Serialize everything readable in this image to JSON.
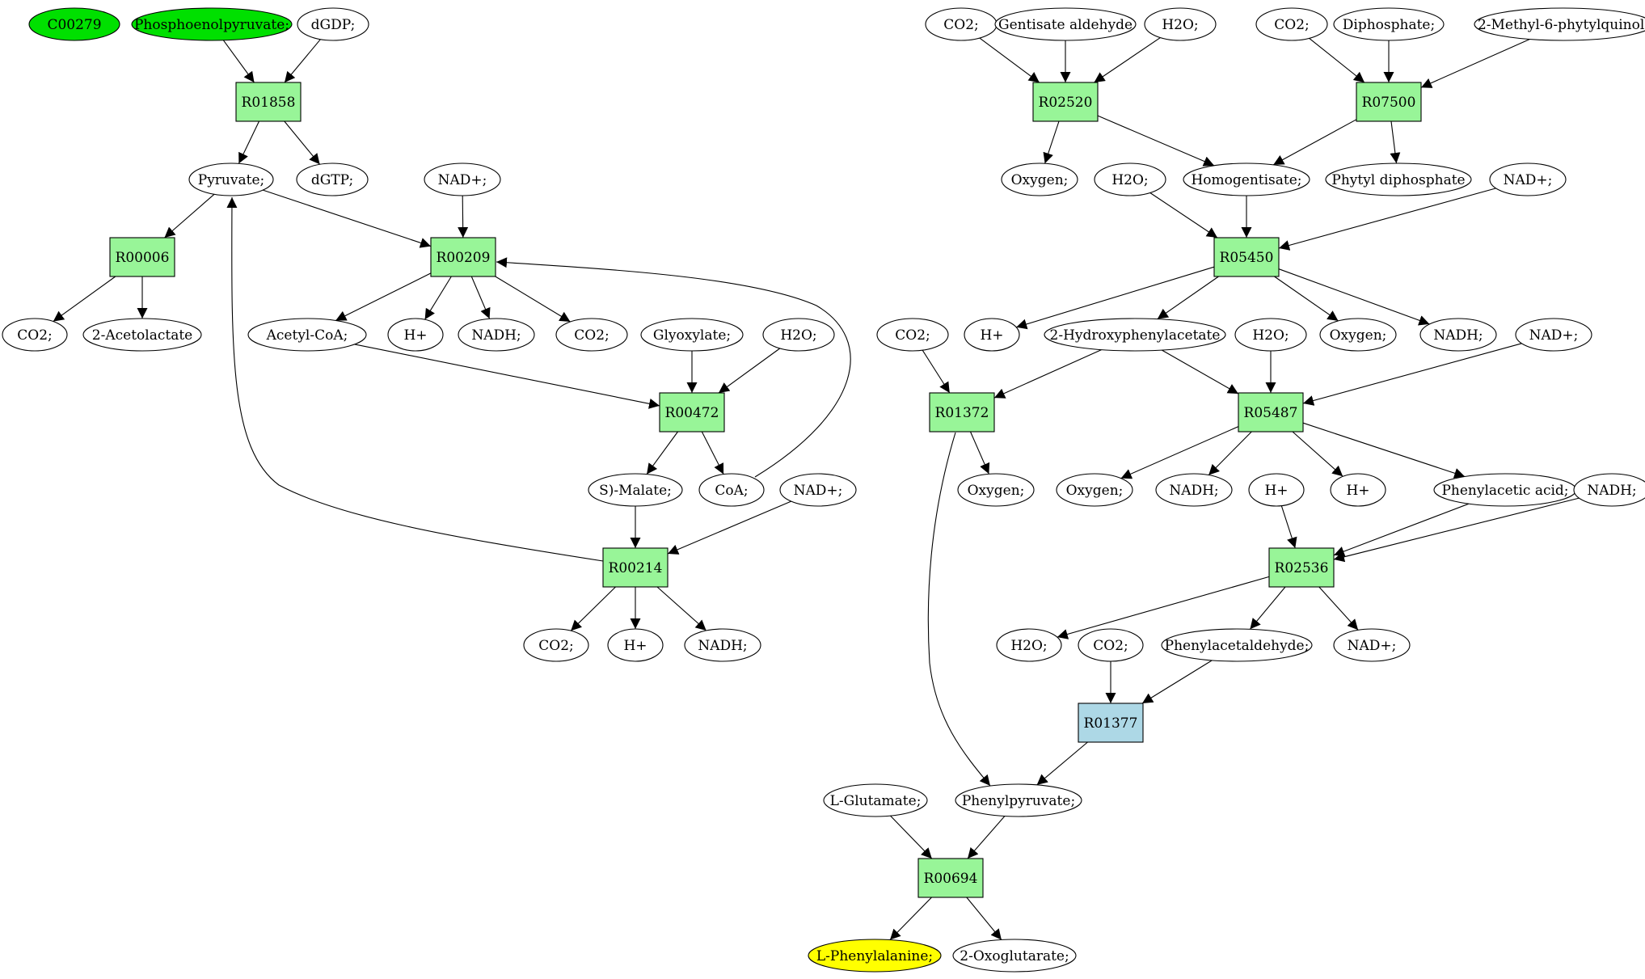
{
  "colors": {
    "reaction": "#98f598",
    "reaction_alt": "#add8e6",
    "compound": "#ffffff",
    "source": "#00e000",
    "target": "#ffff00",
    "edge": "#000000"
  },
  "nodes": [
    {
      "id": "n_c00279",
      "label": "C00279",
      "kind": "compound",
      "fill": "source"
    },
    {
      "id": "n_pep",
      "label": "Phosphoenolpyruvate;",
      "kind": "compound",
      "fill": "source"
    },
    {
      "id": "n_dgdp",
      "label": "dGDP;",
      "kind": "compound"
    },
    {
      "id": "r_01858",
      "label": "R01858",
      "kind": "reaction"
    },
    {
      "id": "n_pyruvate",
      "label": "Pyruvate;",
      "kind": "compound"
    },
    {
      "id": "n_dgtp",
      "label": "dGTP;",
      "kind": "compound"
    },
    {
      "id": "n_nad_a",
      "label": "NAD+;",
      "kind": "compound"
    },
    {
      "id": "r_00006",
      "label": "R00006",
      "kind": "reaction"
    },
    {
      "id": "r_00209",
      "label": "R00209",
      "kind": "reaction"
    },
    {
      "id": "n_co2_a",
      "label": "CO2;",
      "kind": "compound"
    },
    {
      "id": "n_acetolactate",
      "label": "2-Acetolactate",
      "kind": "compound"
    },
    {
      "id": "n_acetylcoa",
      "label": "Acetyl-CoA;",
      "kind": "compound"
    },
    {
      "id": "n_h_a",
      "label": "H+",
      "kind": "compound"
    },
    {
      "id": "n_nadh_a",
      "label": "NADH;",
      "kind": "compound"
    },
    {
      "id": "n_co2_b",
      "label": "CO2;",
      "kind": "compound"
    },
    {
      "id": "n_glyoxylate",
      "label": "Glyoxylate;",
      "kind": "compound"
    },
    {
      "id": "n_h2o_a",
      "label": "H2O;",
      "kind": "compound"
    },
    {
      "id": "r_00472",
      "label": "R00472",
      "kind": "reaction"
    },
    {
      "id": "n_malate",
      "label": "S)-Malate;",
      "kind": "compound"
    },
    {
      "id": "n_coa",
      "label": "CoA;",
      "kind": "compound"
    },
    {
      "id": "n_nad_b",
      "label": "NAD+;",
      "kind": "compound"
    },
    {
      "id": "r_00214",
      "label": "R00214",
      "kind": "reaction"
    },
    {
      "id": "n_co2_c",
      "label": "CO2;",
      "kind": "compound"
    },
    {
      "id": "n_h_b",
      "label": "H+",
      "kind": "compound"
    },
    {
      "id": "n_nadh_b",
      "label": "NADH;",
      "kind": "compound"
    },
    {
      "id": "n_co2_d",
      "label": "CO2;",
      "kind": "compound"
    },
    {
      "id": "n_gentisald",
      "label": "Gentisate aldehyde",
      "kind": "compound"
    },
    {
      "id": "n_h2o_b",
      "label": "H2O;",
      "kind": "compound"
    },
    {
      "id": "n_co2_e",
      "label": "CO2;",
      "kind": "compound"
    },
    {
      "id": "n_diphosphate",
      "label": "Diphosphate;",
      "kind": "compound"
    },
    {
      "id": "n_mpq",
      "label": "2-Methyl-6-phytylquinol;",
      "kind": "compound"
    },
    {
      "id": "r_02520",
      "label": "R02520",
      "kind": "reaction"
    },
    {
      "id": "r_07500",
      "label": "R07500",
      "kind": "reaction"
    },
    {
      "id": "n_oxygen_a",
      "label": "Oxygen;",
      "kind": "compound"
    },
    {
      "id": "n_h2o_c",
      "label": "H2O;",
      "kind": "compound"
    },
    {
      "id": "n_homogentisate",
      "label": "Homogentisate;",
      "kind": "compound"
    },
    {
      "id": "n_phytyldp",
      "label": "Phytyl diphosphate",
      "kind": "compound"
    },
    {
      "id": "n_nad_c",
      "label": "NAD+;",
      "kind": "compound"
    },
    {
      "id": "r_05450",
      "label": "R05450",
      "kind": "reaction"
    },
    {
      "id": "n_co2_f",
      "label": "CO2;",
      "kind": "compound"
    },
    {
      "id": "n_h_c",
      "label": "H+",
      "kind": "compound"
    },
    {
      "id": "n_hpa",
      "label": "2-Hydroxyphenylacetate",
      "kind": "compound"
    },
    {
      "id": "n_h2o_d",
      "label": "H2O;",
      "kind": "compound"
    },
    {
      "id": "n_oxygen_b",
      "label": "Oxygen;",
      "kind": "compound"
    },
    {
      "id": "n_nadh_c",
      "label": "NADH;",
      "kind": "compound"
    },
    {
      "id": "n_nad_d",
      "label": "NAD+;",
      "kind": "compound"
    },
    {
      "id": "r_01372",
      "label": "R01372",
      "kind": "reaction"
    },
    {
      "id": "r_05487",
      "label": "R05487",
      "kind": "reaction"
    },
    {
      "id": "n_oxygen_c",
      "label": "Oxygen;",
      "kind": "compound"
    },
    {
      "id": "n_oxygen_d",
      "label": "Oxygen;",
      "kind": "compound"
    },
    {
      "id": "n_nadh_d",
      "label": "NADH;",
      "kind": "compound"
    },
    {
      "id": "n_h_d",
      "label": "H+",
      "kind": "compound"
    },
    {
      "id": "n_h_e",
      "label": "H+",
      "kind": "compound"
    },
    {
      "id": "n_phenylacetic",
      "label": "Phenylacetic acid;",
      "kind": "compound"
    },
    {
      "id": "n_nadh_e",
      "label": "NADH;",
      "kind": "compound"
    },
    {
      "id": "r_02536",
      "label": "R02536",
      "kind": "reaction"
    },
    {
      "id": "n_h2o_e",
      "label": "H2O;",
      "kind": "compound"
    },
    {
      "id": "n_co2_g",
      "label": "CO2;",
      "kind": "compound"
    },
    {
      "id": "n_phenylacetald",
      "label": "Phenylacetaldehyde;",
      "kind": "compound"
    },
    {
      "id": "n_nad_e",
      "label": "NAD+;",
      "kind": "compound"
    },
    {
      "id": "r_01377",
      "label": "R01377",
      "kind": "reaction",
      "fill": "reaction_alt"
    },
    {
      "id": "n_glutamate",
      "label": "L-Glutamate;",
      "kind": "compound"
    },
    {
      "id": "n_phenylpyruvate",
      "label": "Phenylpyruvate;",
      "kind": "compound"
    },
    {
      "id": "r_00694",
      "label": "R00694",
      "kind": "reaction"
    },
    {
      "id": "n_phenylalanine",
      "label": "L-Phenylalanine;",
      "kind": "compound",
      "fill": "target"
    },
    {
      "id": "n_oxoglutarate",
      "label": "2-Oxoglutarate;",
      "kind": "compound"
    }
  ],
  "edges": [
    [
      "n_pep",
      "r_01858"
    ],
    [
      "n_dgdp",
      "r_01858"
    ],
    [
      "r_01858",
      "n_pyruvate"
    ],
    [
      "r_01858",
      "n_dgtp"
    ],
    [
      "n_pyruvate",
      "r_00006"
    ],
    [
      "n_pyruvate",
      "r_00209"
    ],
    [
      "r_00006",
      "n_co2_a"
    ],
    [
      "r_00006",
      "n_acetolactate"
    ],
    [
      "n_nad_a",
      "r_00209"
    ],
    [
      "r_00209",
      "n_acetylcoa"
    ],
    [
      "r_00209",
      "n_h_a"
    ],
    [
      "r_00209",
      "n_nadh_a"
    ],
    [
      "r_00209",
      "n_co2_b"
    ],
    [
      "n_acetylcoa",
      "r_00472"
    ],
    [
      "n_glyoxylate",
      "r_00472"
    ],
    [
      "n_h2o_a",
      "r_00472"
    ],
    [
      "r_00472",
      "n_malate"
    ],
    [
      "r_00472",
      "n_coa"
    ],
    [
      "n_coa",
      "r_00209"
    ],
    [
      "n_malate",
      "r_00214"
    ],
    [
      "n_nad_b",
      "r_00214"
    ],
    [
      "r_00214",
      "n_pyruvate"
    ],
    [
      "r_00214",
      "n_co2_c"
    ],
    [
      "r_00214",
      "n_h_b"
    ],
    [
      "r_00214",
      "n_nadh_b"
    ],
    [
      "n_co2_d",
      "r_02520"
    ],
    [
      "n_gentisald",
      "r_02520"
    ],
    [
      "n_h2o_b",
      "r_02520"
    ],
    [
      "n_co2_e",
      "r_07500"
    ],
    [
      "n_diphosphate",
      "r_07500"
    ],
    [
      "n_mpq",
      "r_07500"
    ],
    [
      "r_02520",
      "n_oxygen_a"
    ],
    [
      "r_02520",
      "n_homogentisate"
    ],
    [
      "r_07500",
      "n_homogentisate"
    ],
    [
      "r_07500",
      "n_phytyldp"
    ],
    [
      "n_h2o_c",
      "r_05450"
    ],
    [
      "n_homogentisate",
      "r_05450"
    ],
    [
      "n_nad_c",
      "r_05450"
    ],
    [
      "r_05450",
      "n_h_c"
    ],
    [
      "r_05450",
      "n_hpa"
    ],
    [
      "r_05450",
      "n_oxygen_b"
    ],
    [
      "r_05450",
      "n_nadh_c"
    ],
    [
      "n_co2_f",
      "r_01372"
    ],
    [
      "n_hpa",
      "r_01372"
    ],
    [
      "n_hpa",
      "r_05487"
    ],
    [
      "n_h2o_d",
      "r_05487"
    ],
    [
      "n_nad_d",
      "r_05487"
    ],
    [
      "r_01372",
      "n_oxygen_c"
    ],
    [
      "r_01372",
      "n_phenylpyruvate"
    ],
    [
      "r_05487",
      "n_oxygen_d"
    ],
    [
      "r_05487",
      "n_nadh_d"
    ],
    [
      "r_05487",
      "n_h_e"
    ],
    [
      "r_05487",
      "n_phenylacetic"
    ],
    [
      "n_h_d",
      "r_02536"
    ],
    [
      "n_phenylacetic",
      "r_02536"
    ],
    [
      "n_nadh_e",
      "r_02536"
    ],
    [
      "r_02536",
      "n_h2o_e"
    ],
    [
      "r_02536",
      "n_phenylacetald"
    ],
    [
      "r_02536",
      "n_nad_e"
    ],
    [
      "n_co2_g",
      "r_01377"
    ],
    [
      "n_phenylacetald",
      "r_01377"
    ],
    [
      "r_01377",
      "n_phenylpyruvate"
    ],
    [
      "n_glutamate",
      "r_00694"
    ],
    [
      "n_phenylpyruvate",
      "r_00694"
    ],
    [
      "r_00694",
      "n_phenylalanine"
    ],
    [
      "r_00694",
      "n_oxoglutarate"
    ]
  ]
}
